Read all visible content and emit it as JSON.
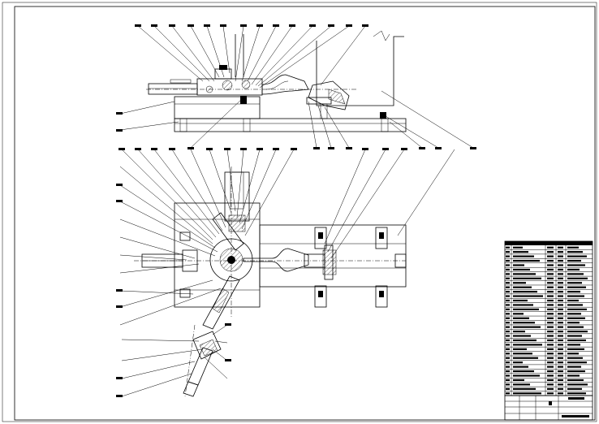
{
  "drawing": {
    "has_text": false,
    "views": [
      "top-elevation-view",
      "plan-view",
      "detail-view"
    ],
    "table_rows": 34,
    "title_block_rows": 4
  },
  "colors": {
    "line": "#000000",
    "paper": "#ffffff"
  }
}
